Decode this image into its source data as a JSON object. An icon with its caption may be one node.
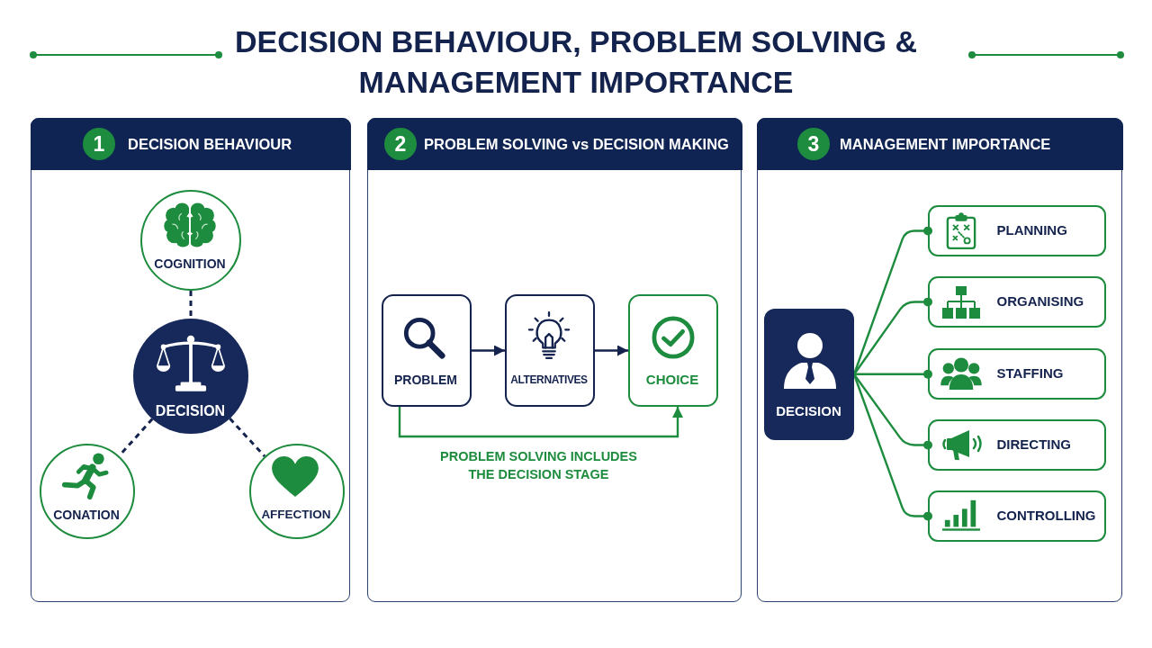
{
  "diagram": {
    "title": "DECISION BEHAVIOUR, PROBLEM SOLVING & MANAGEMENT IMPORTANCE",
    "nodes": [
      {
        "text": [
          "1",
          "DECISION BEHAVIOUR"
        ]
      },
      {
        "text": [
          "COGNITION"
        ],
        "in": 0
      },
      {
        "text": [
          "DECISION"
        ],
        "in": 0
      },
      {
        "text": [
          "CONATION"
        ],
        "in": 0
      },
      {
        "text": [
          "AFFECTION"
        ],
        "in": 0
      },
      {
        "text": [
          "2",
          "PROBLEM SOLVING vs DECISION MAKING"
        ]
      },
      {
        "text": [
          "PROBLEM"
        ],
        "in": 5
      },
      {
        "text": [
          "ALTERNATIVES"
        ],
        "in": 5
      },
      {
        "text": [
          "CHOICE"
        ],
        "in": 5
      },
      {
        "text": [
          "3",
          "MANAGEMENT IMPORTANCE"
        ]
      },
      {
        "text": [
          "DECISION"
        ],
        "in": 9
      },
      {
        "text": [
          "PLANNING"
        ],
        "in": 9
      },
      {
        "text": [
          "ORGANISING"
        ],
        "in": 9
      },
      {
        "text": [
          "STAFFING"
        ],
        "in": 9
      },
      {
        "text": [
          "DIRECTING"
        ],
        "in": 9
      },
      {
        "text": [
          "CONTROLLING"
        ],
        "in": 9
      }
    ],
    "edges": [
      {
        "from": 1,
        "to": 2,
        "arrow": "none",
        "style": "dashed",
        "color": "#14234d"
      },
      {
        "from": 2,
        "to": 3,
        "arrow": "none",
        "style": "dashed",
        "color": "#14234d"
      },
      {
        "from": 2,
        "to": 4,
        "arrow": "none",
        "style": "dashed",
        "color": "#14234d"
      },
      {
        "from": 6,
        "to": 7,
        "arrow": "to",
        "color": "#14234d"
      },
      {
        "from": 7,
        "to": 8,
        "arrow": "to",
        "color": "#14234d"
      },
      {
        "from": 6,
        "to": 8,
        "arrow": "to",
        "label": "PROBLEM SOLVING INCLUDES THE DECISION STAGE"
      },
      {
        "from": 10,
        "to": 11,
        "arrow": "other"
      },
      {
        "from": 10,
        "to": 12,
        "arrow": "other"
      },
      {
        "from": 10,
        "to": 13,
        "arrow": "other"
      },
      {
        "from": 10,
        "to": 14,
        "arrow": "other"
      },
      {
        "from": 10,
        "to": 15,
        "arrow": "other"
      }
    ]
  }
}
